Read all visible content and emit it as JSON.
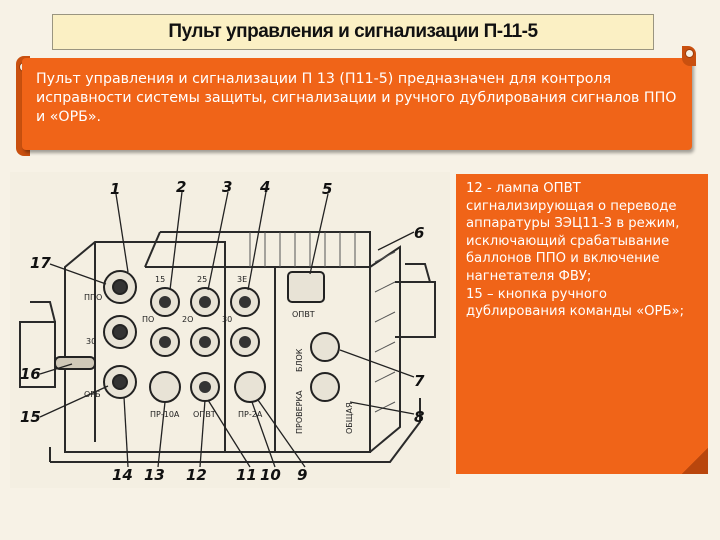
{
  "slide": {
    "title": "Пульт управления и сигнализации П-11-5",
    "intro": "Пульт управления и сигнализации П 13 (П11-5) предназначен для контроля исправности системы защиты, сигнализации и ручного дублирования сигналов ППО и «ОРБ».",
    "legend": "12 - лампа ОПВТ сигнализирующая о переводе аппаратуры ЗЭЦ11-3 в режим, исключающий срабатывание баллонов ППО и включение нагнетателя ФВУ;\n15 – кнопка ручного дублирования команды «ОРБ»;"
  },
  "figure": {
    "callouts": [
      "1",
      "2",
      "3",
      "4",
      "5",
      "6",
      "7",
      "8",
      "9",
      "10",
      "11",
      "12",
      "13",
      "14",
      "15",
      "16",
      "17"
    ],
    "left_labels": [
      "ППО",
      "30",
      "ОРБ"
    ],
    "top_labels": [
      "15",
      "25",
      "3Е"
    ],
    "mid_labels": [
      "ПО",
      "2О",
      "30"
    ],
    "bottom_labels": [
      "ПР-10А",
      "ОПВТ",
      "ПР-2А"
    ],
    "side_labels": [
      "ОПВТ",
      "БЛОК",
      "ПРОВЕРКА",
      "ОБЩАЯ"
    ]
  },
  "colors": {
    "banner": "#f06418",
    "title_bg": "#fbf0c4",
    "ink": "#222222"
  }
}
